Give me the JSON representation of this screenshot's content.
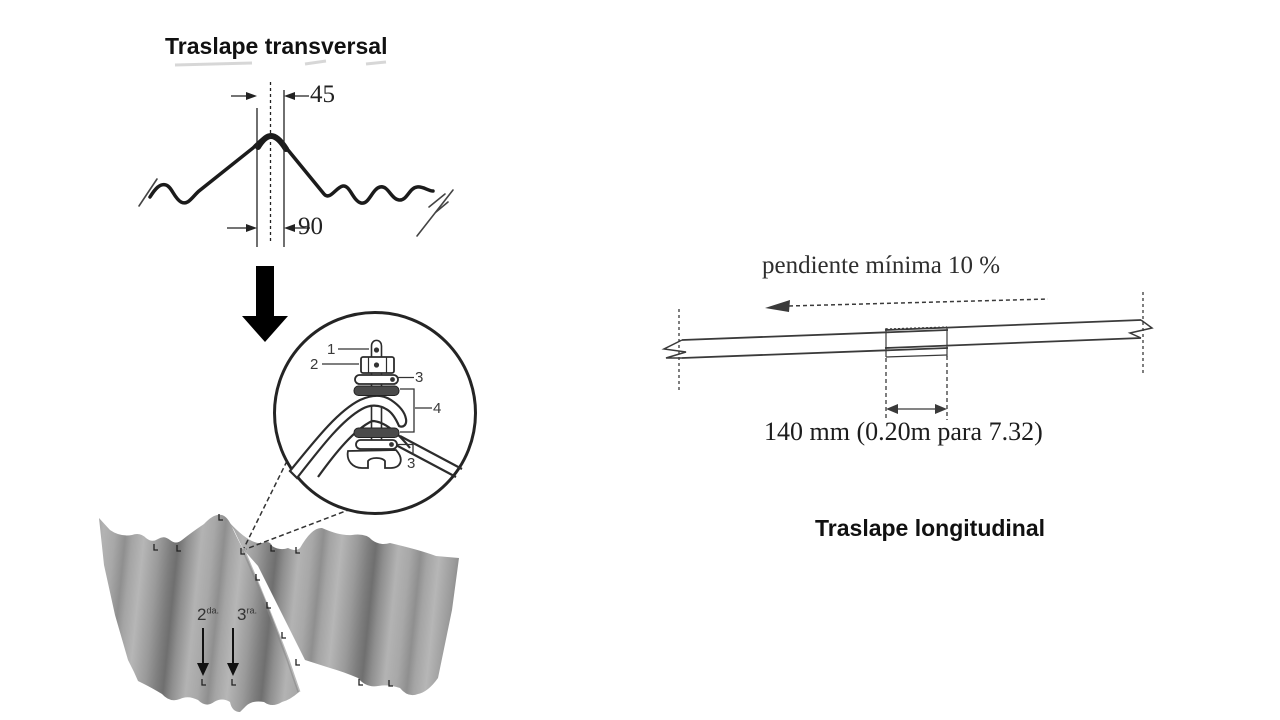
{
  "figure": {
    "transversal": {
      "title": "Traslape transversal",
      "dim_top": "45",
      "dim_bottom": "90"
    },
    "detail_callout": {
      "labels": {
        "bolt": "1",
        "nut": "2",
        "washer_top": "3",
        "washer_pair": "4",
        "washer_bottom": "3"
      }
    },
    "sheets_3d": {
      "mark_second": {
        "base": "2",
        "sup": "da."
      },
      "mark_third": {
        "base": "3",
        "sup": "ra."
      }
    },
    "longitudinal": {
      "title": "Traslape longitudinal",
      "slope_note": "pendiente mínima 10 %",
      "overlap_dim": "140 mm (0.20m para 7.32)"
    }
  },
  "colors": {
    "line": "#1b1b1b",
    "thin_line": "#333333",
    "sheet_gray": "#a6a6a6",
    "dark_washer": "#4a4a4a",
    "arrow_black": "#000000"
  }
}
